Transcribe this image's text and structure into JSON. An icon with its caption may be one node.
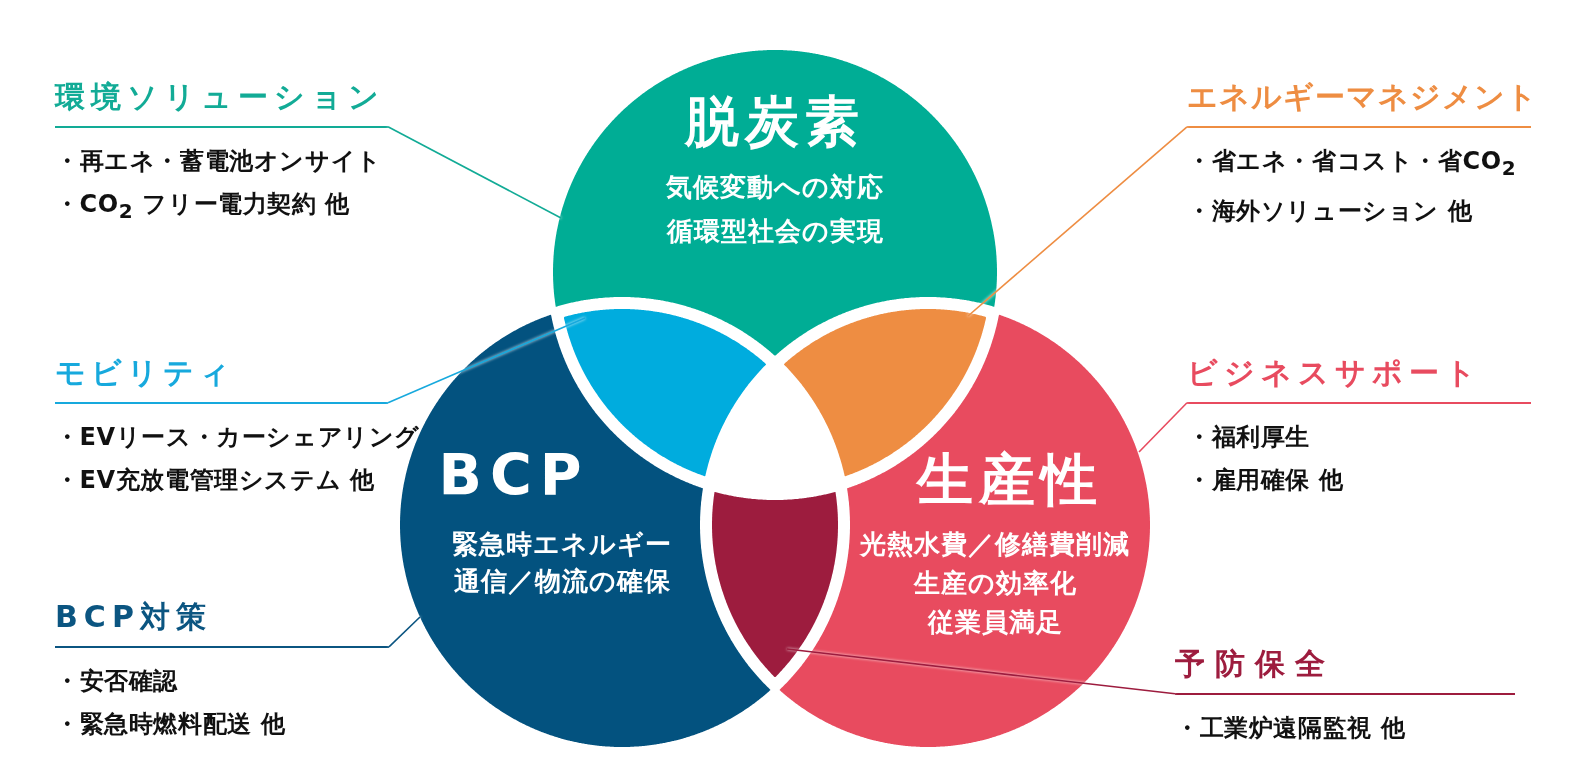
{
  "diagram": {
    "nodes": [
      {
        "text": [
          "環境ソリューション",
          "・再エネ・蓄電池オンサイト",
          "・CO$_{2}$ フリー電力契約 他"
        ]
      },
      {
        "text": [
          "脱炭素",
          "気候変動への対応",
          "循環型社会の実現"
        ]
      },
      {
        "text": [
          "エネルギーマネジメント",
          "・省エネ・省コスト・省CO$_{2}$",
          "・海外ソリューション 他"
        ]
      },
      {
        "text": [],
        "shape": "lens"
      },
      {
        "text": [],
        "shape": "lens"
      },
      {
        "text": [
          "モビリティ",
          "・EVリース・カーシェアリング",
          "・EV充放電管理システム 他"
        ]
      },
      {
        "text": [
          "ビジネスサポート",
          "・福利厚生",
          "・雇用確保 他"
        ]
      },
      {
        "text": [
          "BCP",
          "緊急時エネルギー",
          "通信／物流の確保"
        ]
      },
      {
        "text": [
          "生産性",
          "光熱水費／修繕費削減",
          "生産の効率化",
          "従業員満足"
        ]
      },
      {
        "text": [],
        "shape": "lens"
      },
      {
        "text": [
          "BCP対策",
          "・安否確認",
          "・緊急時燃料配送 他"
        ]
      },
      {
        "text": [
          "予防保全",
          "・工業炉遠隔監視 他"
        ]
      }
    ],
    "edges": [
      {
        "from": 0,
        "to": 1,
        "arrow": "none",
        "color": "#12ab96"
      },
      {
        "from": 2,
        "to": 4,
        "arrow": "none",
        "color": "#ee8d42"
      },
      {
        "from": 5,
        "to": 3,
        "arrow": "none",
        "color": "#17a9dd"
      },
      {
        "from": 6,
        "to": 8,
        "arrow": "none",
        "color": "#e84b5f"
      },
      {
        "from": 10,
        "to": 7,
        "arrow": "none",
        "color": "#0b5581"
      },
      {
        "from": 11,
        "to": 9,
        "arrow": "none",
        "color": "#9d1c3e"
      }
    ]
  }
}
